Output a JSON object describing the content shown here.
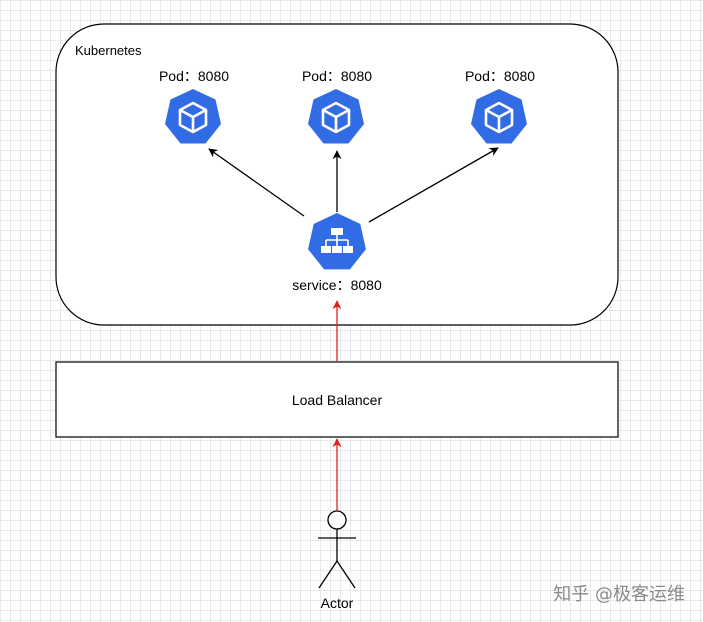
{
  "cluster": {
    "label": "Kubernetes"
  },
  "pods": [
    {
      "label": "Pod：8080"
    },
    {
      "label": "Pod：8080"
    },
    {
      "label": "Pod：8080"
    }
  ],
  "service": {
    "label": "service：8080"
  },
  "load_balancer": {
    "label": "Load Balancer"
  },
  "actor": {
    "label": "Actor"
  },
  "watermark": {
    "text": "知乎 @极客运维"
  },
  "icons": {
    "pod": "kubernetes-pod-icon",
    "service": "kubernetes-service-icon",
    "actor": "stick-figure-icon"
  },
  "colors": {
    "k8s_blue": "#326ce5",
    "request_arrow": "#e02020",
    "edge": "#000000"
  }
}
